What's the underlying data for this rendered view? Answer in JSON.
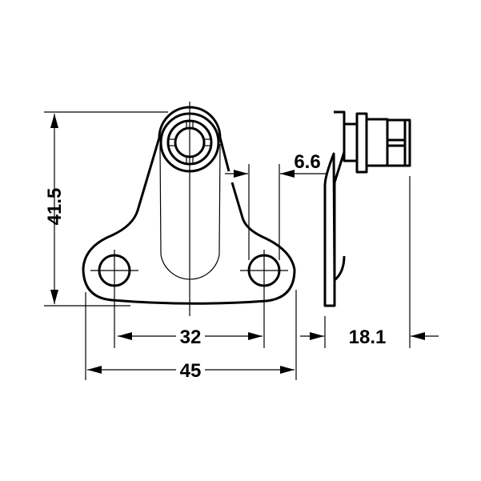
{
  "dimensions": {
    "height": "41.5",
    "hole_spacing": "32",
    "overall_width": "45",
    "offset": "6.6",
    "depth": "18.1"
  },
  "colors": {
    "line": "#000000",
    "background": "#ffffff"
  }
}
